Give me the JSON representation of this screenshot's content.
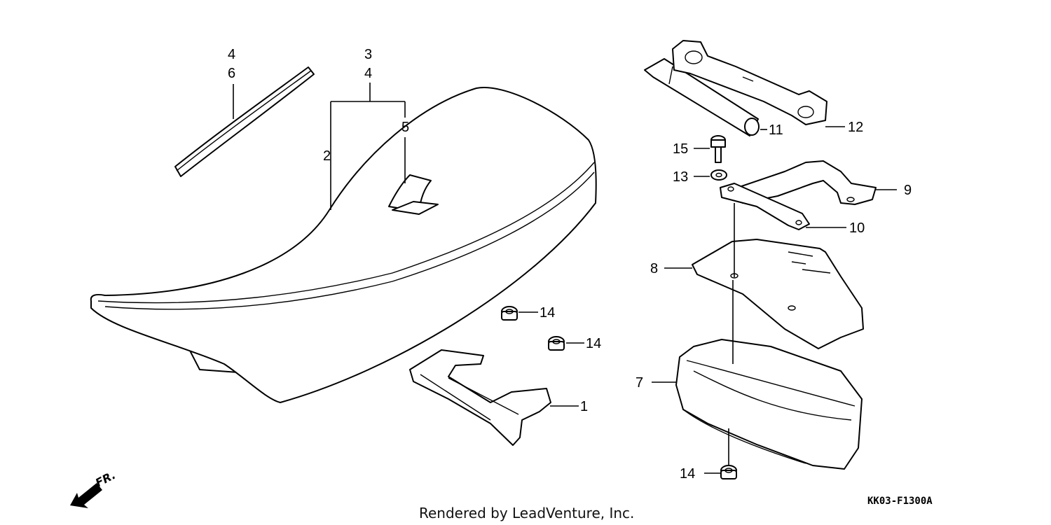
{
  "callouts": {
    "c1": "1",
    "c2": "2",
    "c3": "3",
    "c4a": "4",
    "c4b": "4",
    "c5": "5",
    "c6": "6",
    "c7": "7",
    "c8": "8",
    "c9": "9",
    "c10": "10",
    "c11": "11",
    "c12": "12",
    "c13": "13",
    "c14a": "14",
    "c14b": "14",
    "c14c": "14",
    "c15": "15"
  },
  "direction_label": "FR.",
  "diagram_code": "KK03-F1300A",
  "credit": "Rendered by LeadVenture, Inc."
}
